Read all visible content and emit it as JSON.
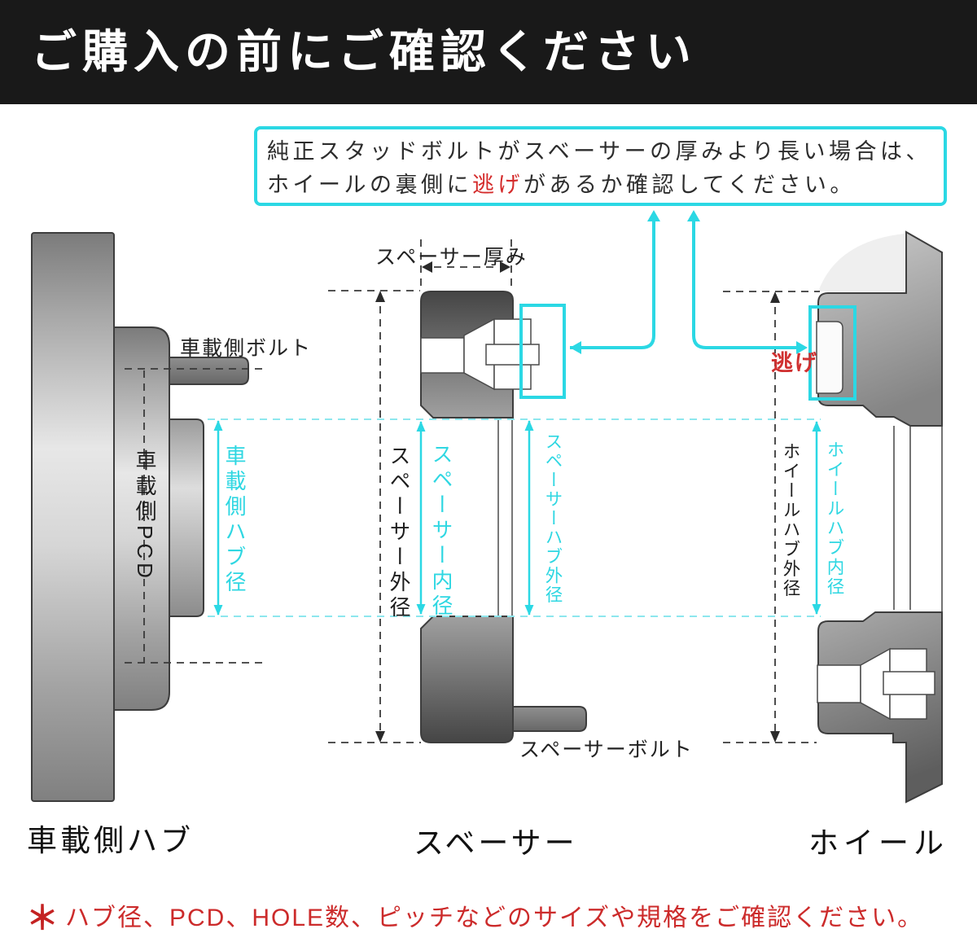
{
  "banner": {
    "title": "ご購入の前にご確認ください"
  },
  "notice": {
    "line1": "純正スタッドボルトがスベーサーの厚みより長い場合は、",
    "line2_prefix": "ホイールの裏側に",
    "line2_highlight": "逃げ",
    "line2_suffix": "があるか確認してください。"
  },
  "diagram": {
    "dimension_labels": {
      "hub_bolt": "車載側ボルト",
      "hub_pcd": "車載側PCD",
      "hub_hub_dia": "車載側ハブ径",
      "spacer_thickness": "スペーサー厚み",
      "spacer_outer_dia": "スペーサー外径",
      "spacer_inner_dia": "スペーサー内径",
      "spacer_hub_outer_dia": "スペーサーハブ外径",
      "wheel_hub_outer_dia": "ホイールハブ外径",
      "wheel_hub_inner_dia": "ホイールハブ内径",
      "relief": "逃げ",
      "spacer_bolt": "スペーサーボルト"
    },
    "part_labels": {
      "hub": "車載側ハブ",
      "spacer": "スベーサー",
      "wheel": "ホイール"
    }
  },
  "footnote": {
    "star": "＊",
    "text": "ハブ径、PCD、HOLE数、ピッチなどのサイズや規格をご確認ください。"
  },
  "colors": {
    "accent_cyan": "#2bd8e4",
    "dashed_cyan": "#8de7ee",
    "warning_red": "#cc2b2b",
    "relief_red": "#d42a2a",
    "banner_bg": "#191919"
  }
}
